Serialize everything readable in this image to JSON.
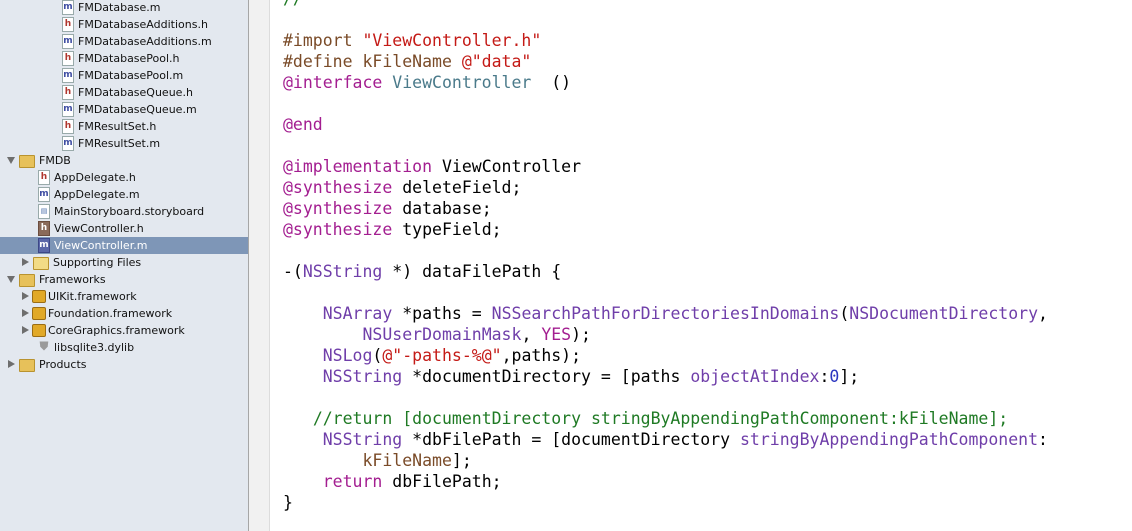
{
  "navigator": {
    "items": [
      {
        "label": "FMDatabase.m",
        "kind": "m",
        "level": 2,
        "selected": false
      },
      {
        "label": "FMDatabaseAdditions.h",
        "kind": "h",
        "level": 2,
        "selected": false
      },
      {
        "label": "FMDatabaseAdditions.m",
        "kind": "m",
        "level": 2,
        "selected": false
      },
      {
        "label": "FMDatabasePool.h",
        "kind": "h",
        "level": 2,
        "selected": false
      },
      {
        "label": "FMDatabasePool.m",
        "kind": "m",
        "level": 2,
        "selected": false
      },
      {
        "label": "FMDatabaseQueue.h",
        "kind": "h",
        "level": 2,
        "selected": false
      },
      {
        "label": "FMDatabaseQueue.m",
        "kind": "m",
        "level": 2,
        "selected": false
      },
      {
        "label": "FMResultSet.h",
        "kind": "h",
        "level": 2,
        "selected": false
      },
      {
        "label": "FMResultSet.m",
        "kind": "m",
        "level": 2,
        "selected": false
      },
      {
        "label": "FMDB",
        "kind": "group-open",
        "level": 0,
        "selected": false
      },
      {
        "label": "AppDelegate.h",
        "kind": "h",
        "level": 1,
        "selected": false
      },
      {
        "label": "AppDelegate.m",
        "kind": "m",
        "level": 1,
        "selected": false
      },
      {
        "label": "MainStoryboard.storyboard",
        "kind": "storyboard",
        "level": 1,
        "selected": false
      },
      {
        "label": "ViewController.h",
        "kind": "h-dark",
        "level": 1,
        "selected": false
      },
      {
        "label": "ViewController.m",
        "kind": "m-dark",
        "level": 1,
        "selected": true
      },
      {
        "label": "Supporting Files",
        "kind": "group-closed",
        "level": 1,
        "selected": false
      },
      {
        "label": "Frameworks",
        "kind": "group-open",
        "level": 0,
        "selected": false
      },
      {
        "label": "UIKit.framework",
        "kind": "framework",
        "level": 1,
        "selected": false
      },
      {
        "label": "Foundation.framework",
        "kind": "framework",
        "level": 1,
        "selected": false
      },
      {
        "label": "CoreGraphics.framework",
        "kind": "framework",
        "level": 1,
        "selected": false
      },
      {
        "label": "libsqlite3.dylib",
        "kind": "dylib",
        "level": 1,
        "selected": false
      },
      {
        "label": "Products",
        "kind": "group-closed",
        "level": 0,
        "selected": false
      }
    ]
  },
  "editor": {
    "lines": [
      [
        [
          "cm",
          "//"
        ]
      ],
      [],
      [
        [
          "pp",
          "#import "
        ],
        [
          "str",
          "\"ViewController.h\""
        ]
      ],
      [
        [
          "pp",
          "#define kFileName "
        ],
        [
          "str",
          "@\"data\""
        ]
      ],
      [
        [
          "kw",
          "@interface "
        ],
        [
          "ty",
          "ViewController"
        ],
        [
          "",
          "  ()"
        ]
      ],
      [],
      [
        [
          "kw",
          "@end"
        ]
      ],
      [],
      [
        [
          "kw",
          "@implementation "
        ],
        [
          "",
          "ViewController"
        ]
      ],
      [
        [
          "kw",
          "@synthesize "
        ],
        [
          "",
          "deleteField;"
        ]
      ],
      [
        [
          "kw",
          "@synthesize "
        ],
        [
          "",
          "database;"
        ]
      ],
      [
        [
          "kw",
          "@synthesize "
        ],
        [
          "",
          "typeField;"
        ]
      ],
      [],
      [
        [
          "",
          "-("
        ],
        [
          "cls",
          "NSString"
        ],
        [
          "",
          " *) dataFilePath {"
        ]
      ],
      [],
      [
        [
          "",
          "    "
        ],
        [
          "cls",
          "NSArray"
        ],
        [
          "",
          " *paths = "
        ],
        [
          "cls",
          "NSSearchPathForDirectoriesInDomains"
        ],
        [
          "",
          "("
        ],
        [
          "cls",
          "NSDocumentDirectory"
        ],
        [
          "",
          ","
        ]
      ],
      [
        [
          "",
          "        "
        ],
        [
          "cls",
          "NSUserDomainMask"
        ],
        [
          "",
          ", "
        ],
        [
          "kw",
          "YES"
        ],
        [
          "",
          ");"
        ]
      ],
      [
        [
          "",
          "    "
        ],
        [
          "cls",
          "NSLog"
        ],
        [
          "",
          "("
        ],
        [
          "str",
          "@\"-paths-%@\""
        ],
        [
          "",
          ",paths);"
        ]
      ],
      [
        [
          "",
          "    "
        ],
        [
          "cls",
          "NSString"
        ],
        [
          "",
          " *documentDirectory = [paths "
        ],
        [
          "cls",
          "objectAtIndex"
        ],
        [
          "",
          ":"
        ],
        [
          "num",
          "0"
        ],
        [
          "",
          "];"
        ]
      ],
      [],
      [
        [
          "",
          "   "
        ],
        [
          "cm",
          "//return [documentDirectory stringByAppendingPathComponent:kFileName];"
        ]
      ],
      [
        [
          "",
          "    "
        ],
        [
          "cls",
          "NSString"
        ],
        [
          "",
          " *dbFilePath = [documentDirectory "
        ],
        [
          "cls",
          "stringByAppendingPathComponent"
        ],
        [
          "",
          ":"
        ]
      ],
      [
        [
          "",
          "        "
        ],
        [
          "pp",
          "kFileName"
        ],
        [
          "",
          "];"
        ]
      ],
      [
        [
          "",
          "    "
        ],
        [
          "kw",
          "return"
        ],
        [
          "",
          " dbFilePath;"
        ]
      ],
      [
        [
          "",
          "}"
        ]
      ]
    ]
  }
}
